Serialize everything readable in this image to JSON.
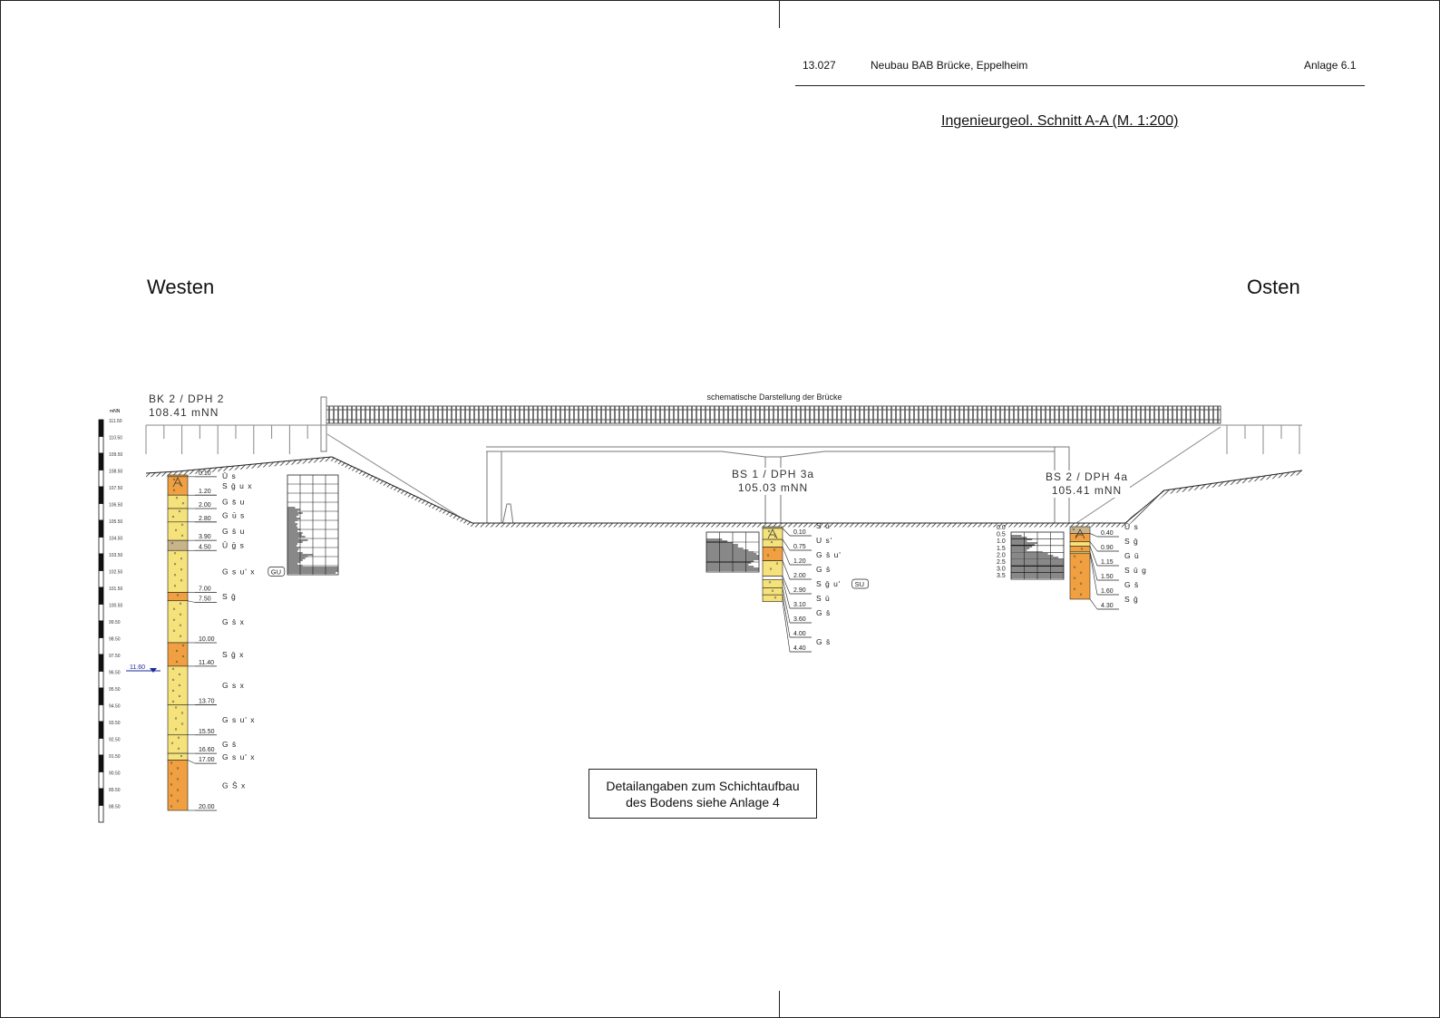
{
  "header": {
    "project_no": "13.027",
    "project_name": "Neubau BAB Brücke, Eppelheim",
    "attachment": "Anlage 6.1",
    "title": "Ingenieurgeol. Schnitt  A-A (M. 1:200)"
  },
  "directions": {
    "west": "Westen",
    "east": "Osten"
  },
  "bridge_label": "schematische Darstellung der Brücke",
  "note": {
    "line1": "Detailangaben zum Schichtaufbau",
    "line2": "des Bodens siehe Anlage 4"
  },
  "elevation_scale": {
    "unit": "mNN",
    "labels": [
      "111.50",
      "110.50",
      "109.50",
      "108.50",
      "107.50",
      "106.50",
      "105.50",
      "104.50",
      "103.50",
      "102.50",
      "101.50",
      "100.50",
      "99.50",
      "98.50",
      "97.50",
      "96.50",
      "95.50",
      "94.50",
      "93.50",
      "92.50",
      "91.50",
      "90.50",
      "89.50",
      "88.50"
    ]
  },
  "groundwater": {
    "depth_label": "11.60",
    "color": "#1a2a9a"
  },
  "boreholes": [
    {
      "id": "bk2",
      "name": "BK 2 / DPH 2",
      "elevation": "108.41 mNN",
      "layers": [
        {
          "to": 0.1,
          "depth": "0.10",
          "soil": "Ū s",
          "color": "#f0a040"
        },
        {
          "to": 1.2,
          "depth": "1.20",
          "soil": "S ḡ u x",
          "color": "#f0a040"
        },
        {
          "to": 2.0,
          "depth": "2.00",
          "soil": "G s̄ u",
          "color": "#f5e27a"
        },
        {
          "to": 2.8,
          "depth": "2.80",
          "soil": "G ū s",
          "color": "#f5e27a"
        },
        {
          "to": 3.9,
          "depth": "3.90",
          "soil": "G s̄ u",
          "color": "#f5e27a"
        },
        {
          "to": 4.5,
          "depth": "4.50",
          "soil": "Ū ḡ s",
          "color": "#c9b48a"
        },
        {
          "to": 7.0,
          "depth": "7.00",
          "soil": "G s u' x",
          "tag": "GU",
          "color": "#f5e27a"
        },
        {
          "to": 7.5,
          "depth": "7.50",
          "soil": "S ḡ",
          "color": "#f0a040"
        },
        {
          "to": 10.0,
          "depth": "10.00",
          "soil": "G s̄ x",
          "color": "#f5e27a"
        },
        {
          "to": 11.4,
          "depth": "11.40",
          "soil": "S ḡ x",
          "color": "#f0a040"
        },
        {
          "to": 13.7,
          "depth": "13.70",
          "soil": "G s x",
          "color": "#f5e27a"
        },
        {
          "to": 15.5,
          "depth": "15.50",
          "soil": "G s u' x",
          "color": "#f5e27a"
        },
        {
          "to": 16.6,
          "depth": "16.60",
          "soil": "G s̄",
          "color": "#f5e27a"
        },
        {
          "to": 17.0,
          "depth": "17.00",
          "soil": "G s u' x",
          "color": "#f5e27a"
        },
        {
          "to": 20.0,
          "depth": "20.00",
          "soil": "G S̄ x",
          "color": "#f0a040"
        }
      ]
    },
    {
      "id": "bs1",
      "name": "BS 1 / DPH 3a",
      "elevation": "105.03 mNN",
      "layers": [
        {
          "to": 0.1,
          "depth": "0.10",
          "soil": "S ū",
          "color": "#c9b48a"
        },
        {
          "to": 0.75,
          "depth": "0.75",
          "soil": "U s'",
          "color": "#f5e27a"
        },
        {
          "to": 1.2,
          "depth": "1.20",
          "soil": "G s̄ u'",
          "color": "#f5e27a"
        },
        {
          "to": 2.0,
          "depth": "2.00",
          "soil": "G s̄",
          "color": "#f0a040"
        },
        {
          "to": 2.9,
          "depth": "2.90",
          "soil": "S ḡ u'",
          "tag": "SU",
          "color": "#f5e27a"
        },
        {
          "to": 3.1,
          "depth": "3.10",
          "soil": "S ū",
          "color": "#ffffff"
        },
        {
          "to": 3.6,
          "depth": "3.60",
          "soil": "G s̄",
          "color": "#f5e27a"
        },
        {
          "to": 4.0,
          "depth": "4.00",
          "soil": "",
          "color": "#f5e27a"
        },
        {
          "to": 4.4,
          "depth": "4.40",
          "soil": "G s̄",
          "color": "#f5e27a"
        }
      ]
    },
    {
      "id": "bs2",
      "name": "BS 2 / DPH 4a",
      "elevation": "105.41 mNN",
      "layers": [
        {
          "to": 0.4,
          "depth": "0.40",
          "soil": "Ū s",
          "color": "#c9b48a"
        },
        {
          "to": 0.9,
          "depth": "0.90",
          "soil": "S ḡ",
          "color": "#f0a040"
        },
        {
          "to": 1.15,
          "depth": "1.15",
          "soil": "G ū",
          "color": "#f5e27a"
        },
        {
          "to": 1.5,
          "depth": "1.50",
          "soil": "S ū g",
          "color": "#f0a040"
        },
        {
          "to": 1.6,
          "depth": "1.60",
          "soil": "G s̄",
          "color": "#f5e27a"
        },
        {
          "to": 4.3,
          "depth": "4.30",
          "soil": "S ḡ",
          "color": "#f0a040"
        }
      ]
    }
  ],
  "dph4a_depths": [
    "0.0",
    "0.5",
    "1.0",
    "1.5",
    "2.0",
    "2.5",
    "3.0",
    "3.5"
  ]
}
